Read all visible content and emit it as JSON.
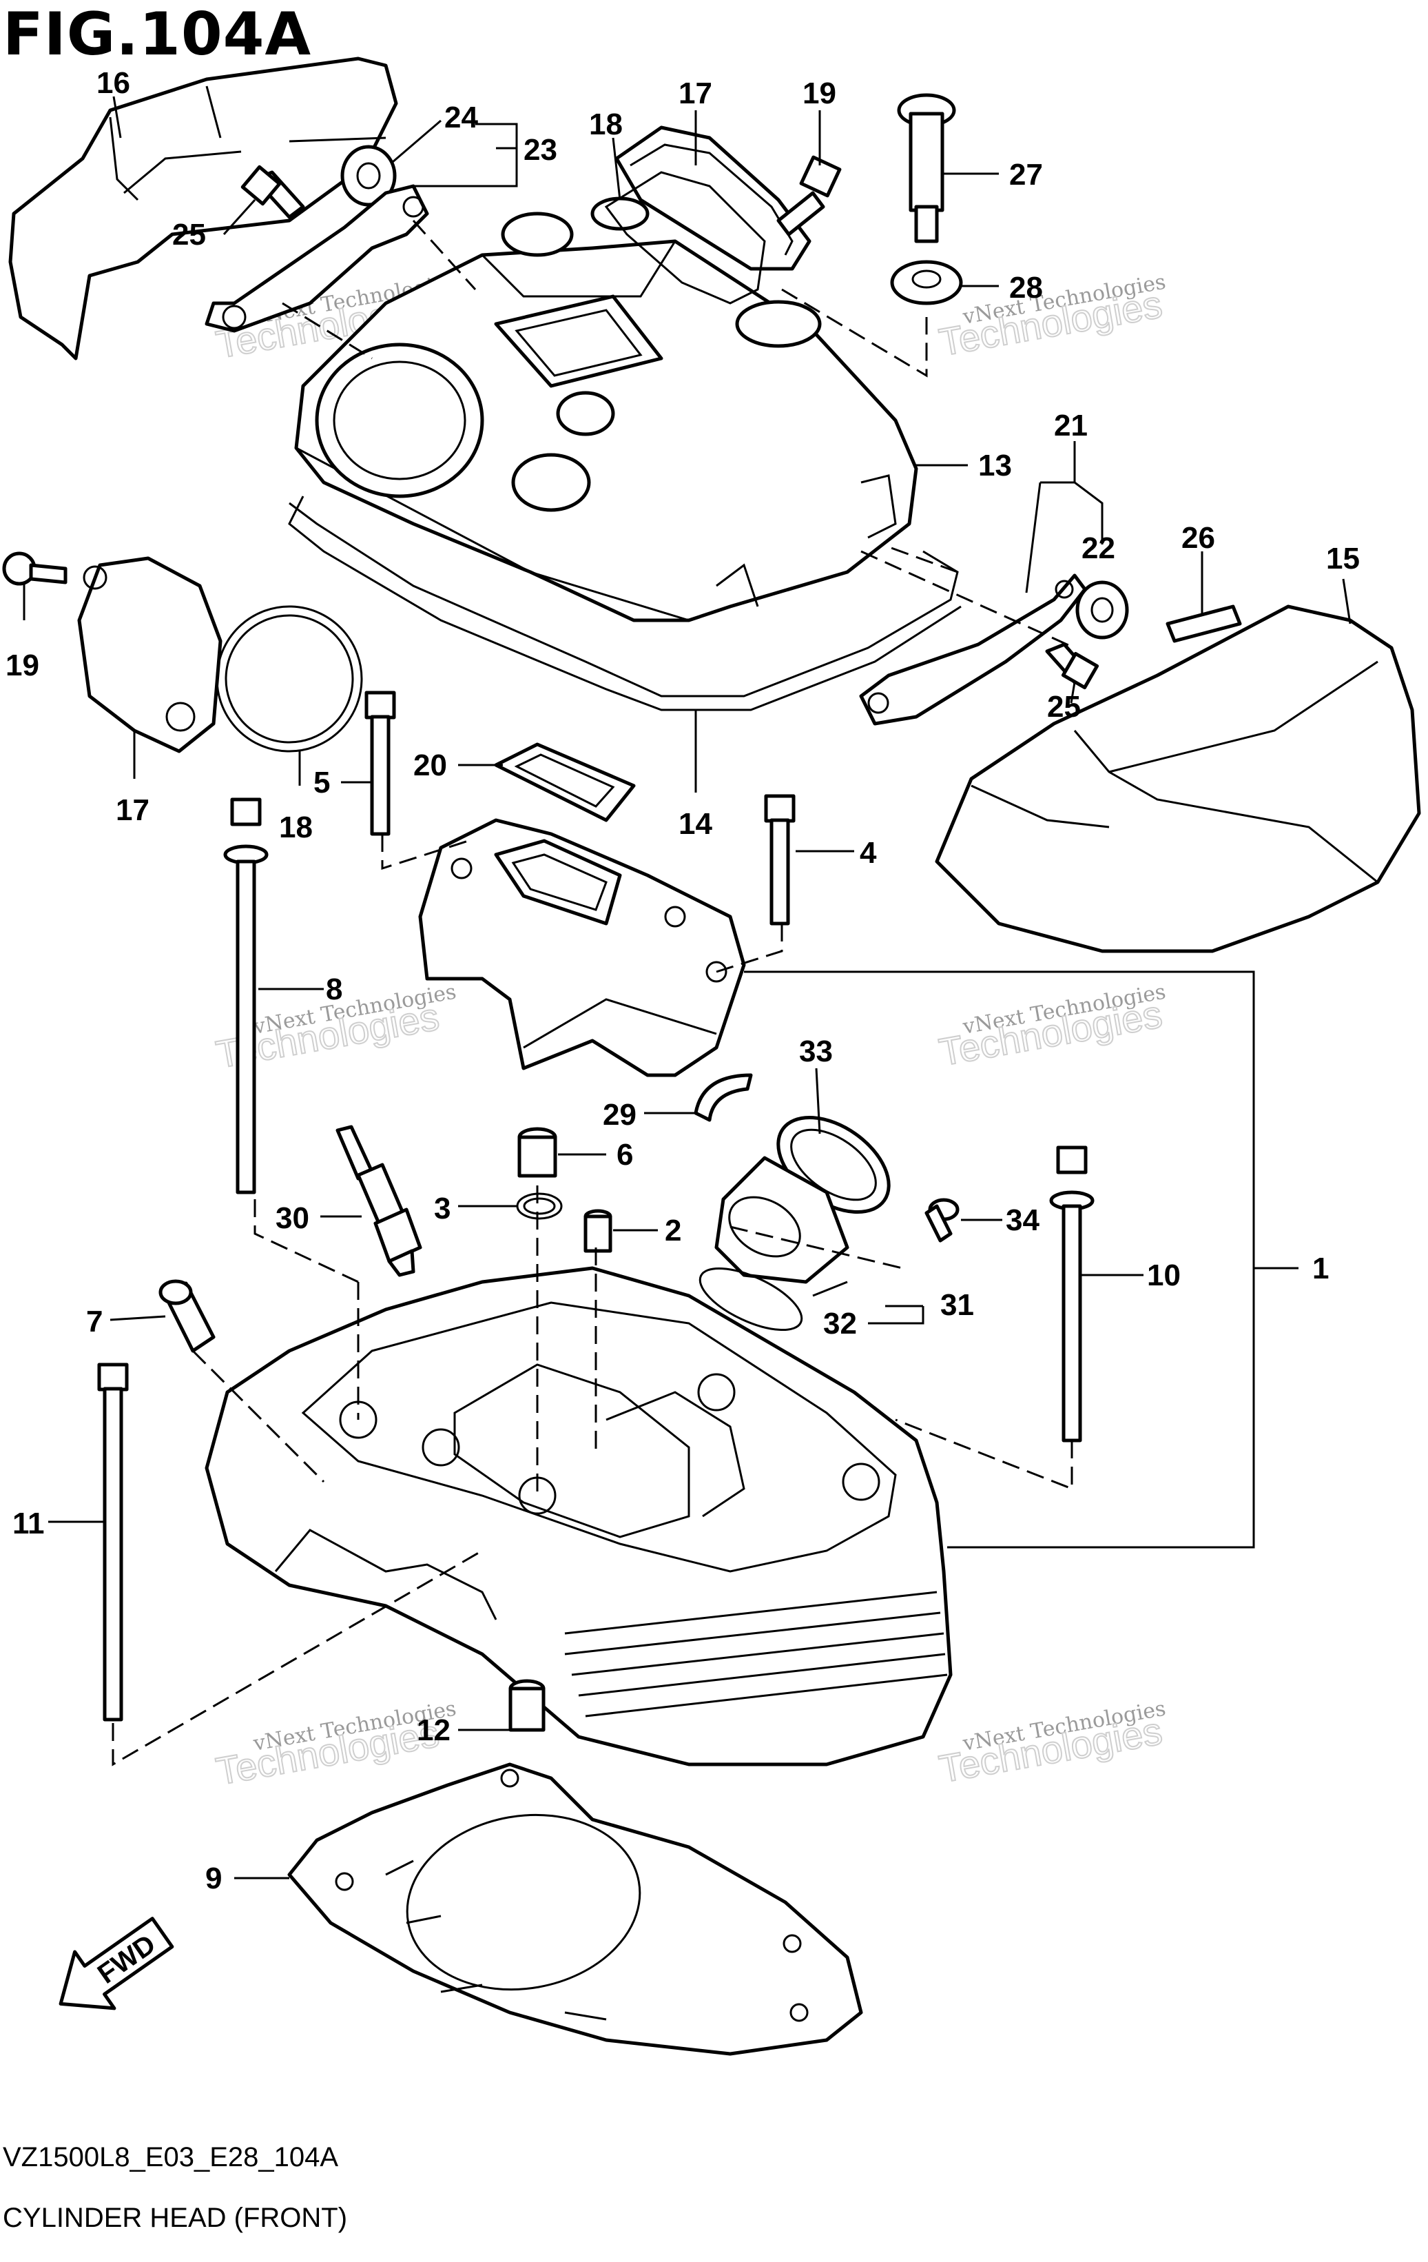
{
  "figure": {
    "title": "FIG.104A",
    "code": "VZ1500L8_E03_E28_104A",
    "caption": "CYLINDER HEAD (FRONT)",
    "direction_badge": "FWD"
  },
  "watermark": {
    "line1": "vNext Technologies",
    "line2": "Technologies"
  },
  "callouts": [
    {
      "id": "c1",
      "text": "1"
    },
    {
      "id": "c2",
      "text": "2"
    },
    {
      "id": "c3",
      "text": "3"
    },
    {
      "id": "c4",
      "text": "4"
    },
    {
      "id": "c5",
      "text": "5"
    },
    {
      "id": "c6",
      "text": "6"
    },
    {
      "id": "c7",
      "text": "7"
    },
    {
      "id": "c8",
      "text": "8"
    },
    {
      "id": "c9",
      "text": "9"
    },
    {
      "id": "c10",
      "text": "10"
    },
    {
      "id": "c11",
      "text": "11"
    },
    {
      "id": "c12",
      "text": "12"
    },
    {
      "id": "c13",
      "text": "13"
    },
    {
      "id": "c14",
      "text": "14"
    },
    {
      "id": "c15",
      "text": "15"
    },
    {
      "id": "c16",
      "text": "16"
    },
    {
      "id": "c17a",
      "text": "17"
    },
    {
      "id": "c17b",
      "text": "17"
    },
    {
      "id": "c18a",
      "text": "18"
    },
    {
      "id": "c18b",
      "text": "18"
    },
    {
      "id": "c19a",
      "text": "19"
    },
    {
      "id": "c19b",
      "text": "19"
    },
    {
      "id": "c20",
      "text": "20"
    },
    {
      "id": "c21",
      "text": "21"
    },
    {
      "id": "c22",
      "text": "22"
    },
    {
      "id": "c23",
      "text": "23"
    },
    {
      "id": "c24",
      "text": "24"
    },
    {
      "id": "c25a",
      "text": "25"
    },
    {
      "id": "c25b",
      "text": "25"
    },
    {
      "id": "c26",
      "text": "26"
    },
    {
      "id": "c27",
      "text": "27"
    },
    {
      "id": "c28",
      "text": "28"
    },
    {
      "id": "c29",
      "text": "29"
    },
    {
      "id": "c30",
      "text": "30"
    },
    {
      "id": "c31",
      "text": "31"
    },
    {
      "id": "c32",
      "text": "32"
    },
    {
      "id": "c33",
      "text": "33"
    },
    {
      "id": "c34",
      "text": "34"
    }
  ]
}
